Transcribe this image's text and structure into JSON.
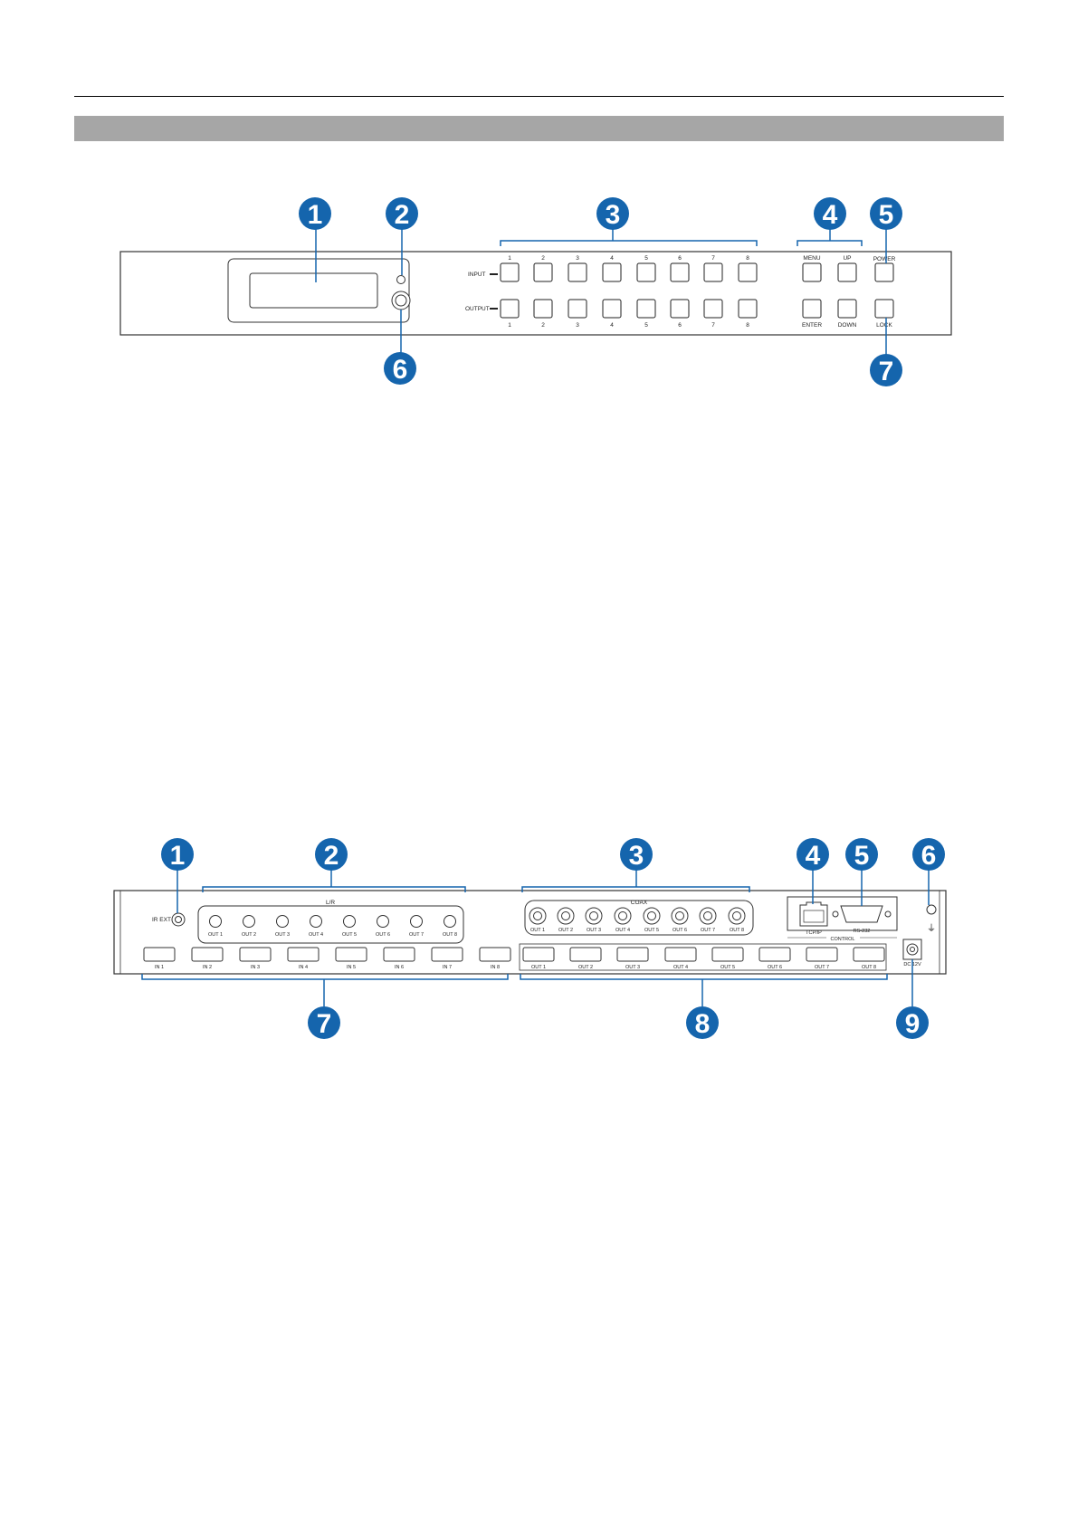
{
  "colors": {
    "callout": "#1565ad",
    "rule": "#000000",
    "header_bar": "#a6a6a6",
    "panel_stroke": "#333333"
  },
  "front_panel": {
    "input_label": "INPUT",
    "output_label": "OUTPUT",
    "input_numbers": [
      "1",
      "2",
      "3",
      "4",
      "5",
      "6",
      "7",
      "8"
    ],
    "output_numbers": [
      "1",
      "2",
      "3",
      "4",
      "5",
      "6",
      "7",
      "8"
    ],
    "menu_label": "MENU",
    "up_label": "UP",
    "enter_label": "ENTER",
    "down_label": "DOWN",
    "power_label": "POWER",
    "lock_label": "LOCK",
    "callouts": [
      "1",
      "2",
      "3",
      "4",
      "5",
      "6",
      "7"
    ]
  },
  "rear_panel": {
    "ir_ext_label": "IR EXT",
    "lr_label": "L/R",
    "coax_label": "COAX",
    "audio_outputs": [
      "OUT 1",
      "OUT 2",
      "OUT 3",
      "OUT 4",
      "OUT 5",
      "OUT 6",
      "OUT 7",
      "OUT 8"
    ],
    "coax_outputs": [
      "OUT 1",
      "OUT 2",
      "OUT 3",
      "OUT 4",
      "OUT 5",
      "OUT 6",
      "OUT 7",
      "OUT 8"
    ],
    "hdmi_inputs": [
      "IN 1",
      "IN 2",
      "IN 3",
      "IN 4",
      "IN 5",
      "IN 6",
      "IN 7",
      "IN 8"
    ],
    "hdmi_outputs": [
      "OUT 1",
      "OUT 2",
      "OUT 3",
      "OUT 4",
      "OUT 5",
      "OUT 6",
      "OUT 7",
      "OUT 8"
    ],
    "tcpip_label": "TCP/IP",
    "rs232_label": "RS-232",
    "control_label": "CONTROL",
    "dc_label": "DC 12V",
    "ground_symbol": "⏚",
    "callouts": [
      "1",
      "2",
      "3",
      "4",
      "5",
      "6",
      "7",
      "8",
      "9"
    ]
  }
}
